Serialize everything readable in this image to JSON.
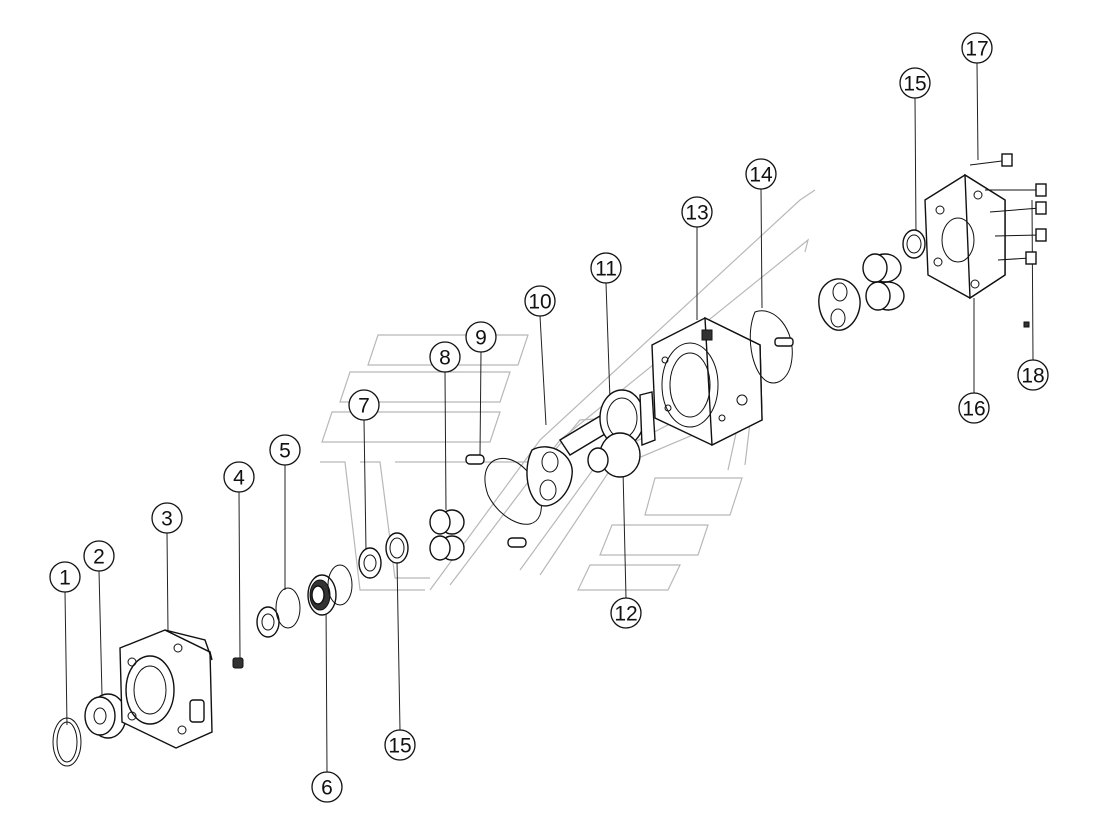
{
  "diagram": {
    "callouts": [
      {
        "label": "1"
      },
      {
        "label": "2"
      },
      {
        "label": "3"
      },
      {
        "label": "4"
      },
      {
        "label": "5"
      },
      {
        "label": "6"
      },
      {
        "label": "7"
      },
      {
        "label": "8"
      },
      {
        "label": "9"
      },
      {
        "label": "10"
      },
      {
        "label": "11"
      },
      {
        "label": "12"
      },
      {
        "label": "13"
      },
      {
        "label": "14"
      },
      {
        "label": "15"
      },
      {
        "label": "15"
      },
      {
        "label": "16"
      },
      {
        "label": "17"
      },
      {
        "label": "18"
      }
    ]
  }
}
